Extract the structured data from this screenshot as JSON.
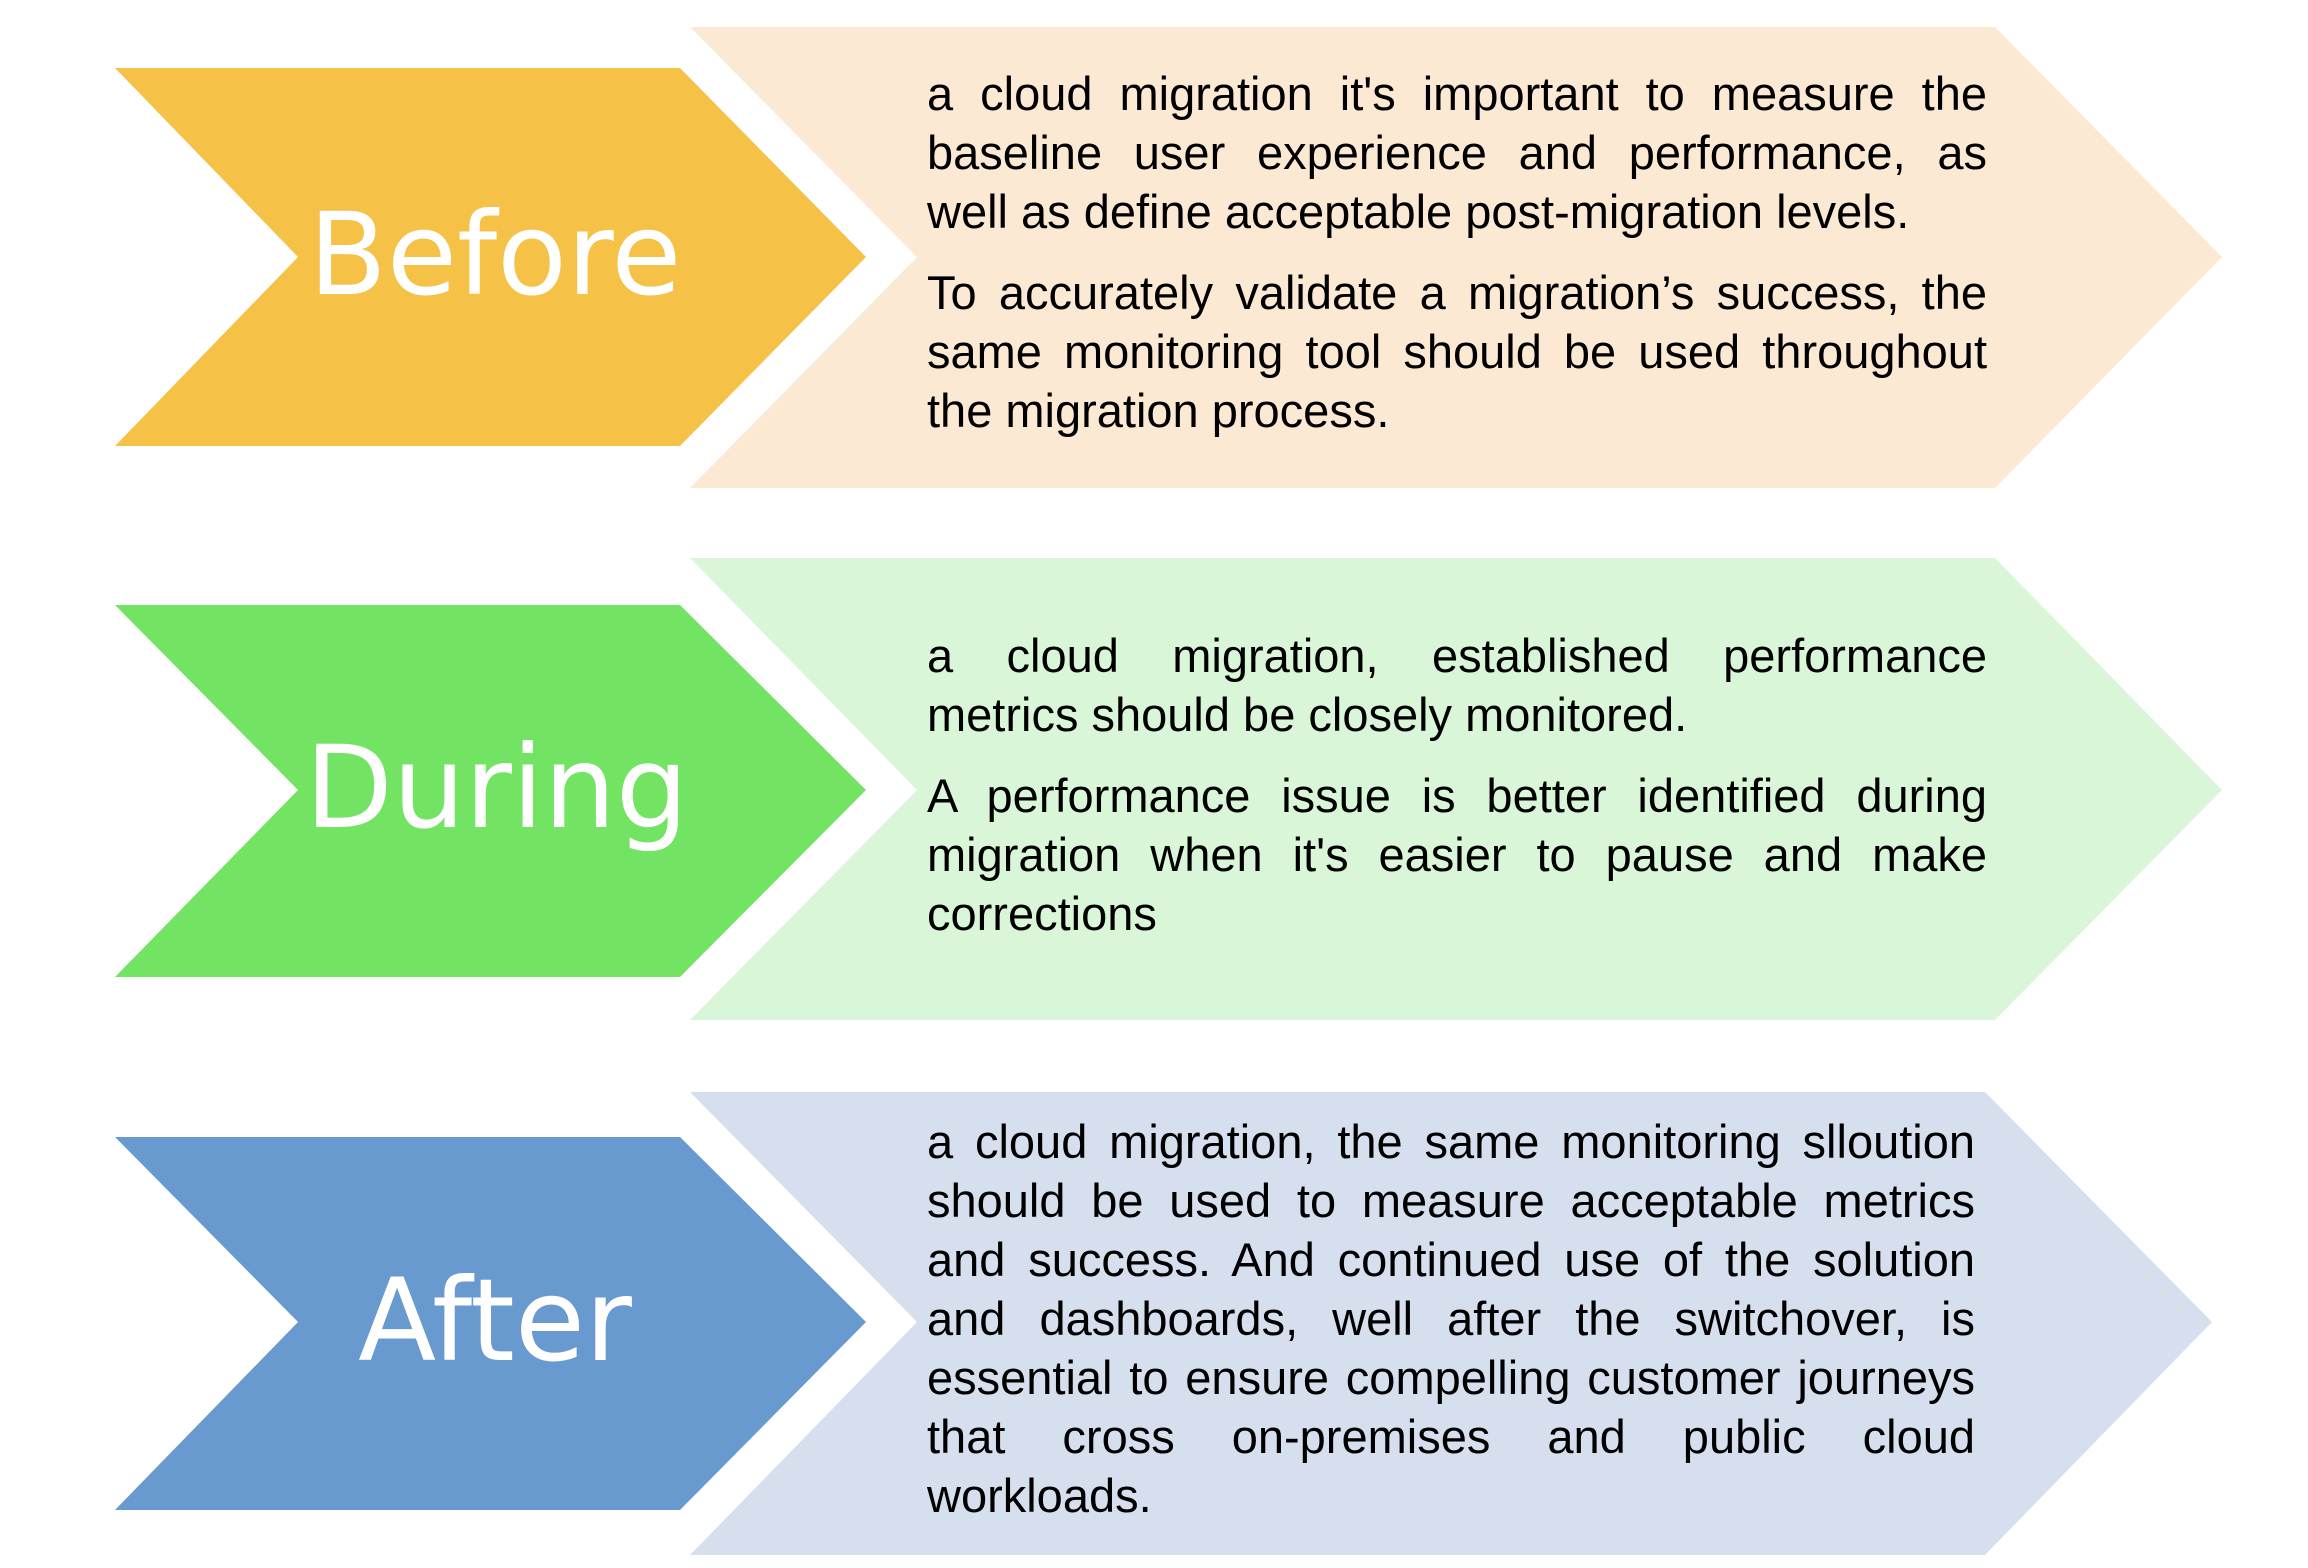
{
  "colors": {
    "before_chevron": "#F5C146",
    "before_panel": "#FCE9D4",
    "during_chevron": "#72E363",
    "during_panel": "#DAF6D8",
    "after_chevron": "#6899CF",
    "after_panel": "#D5DFEE",
    "label_text": "#FFFFFF",
    "body_text": "#000000"
  },
  "stages": [
    {
      "label": "Before",
      "paragraphs": [
        "a cloud migration it's important to measure the baseline user experience and performance, as well as define acceptable post-migration levels.",
        "To accurately validate a migration’s success, the same monitoring tool should be used throughout the migration process."
      ]
    },
    {
      "label": "During",
      "paragraphs": [
        "a cloud migration, established performance metrics should be closely monitored.",
        "A performance issue is better identified during migration when it's easier to pause and make corrections"
      ]
    },
    {
      "label": "After",
      "paragraphs": [
        "a cloud migration, the same monitoring slloution should be used to measure acceptable metrics and success. And continued use of the solution and dashboards, well after the switchover, is essential to ensure compelling customer journeys that cross on-premises and public cloud workloads."
      ]
    }
  ]
}
